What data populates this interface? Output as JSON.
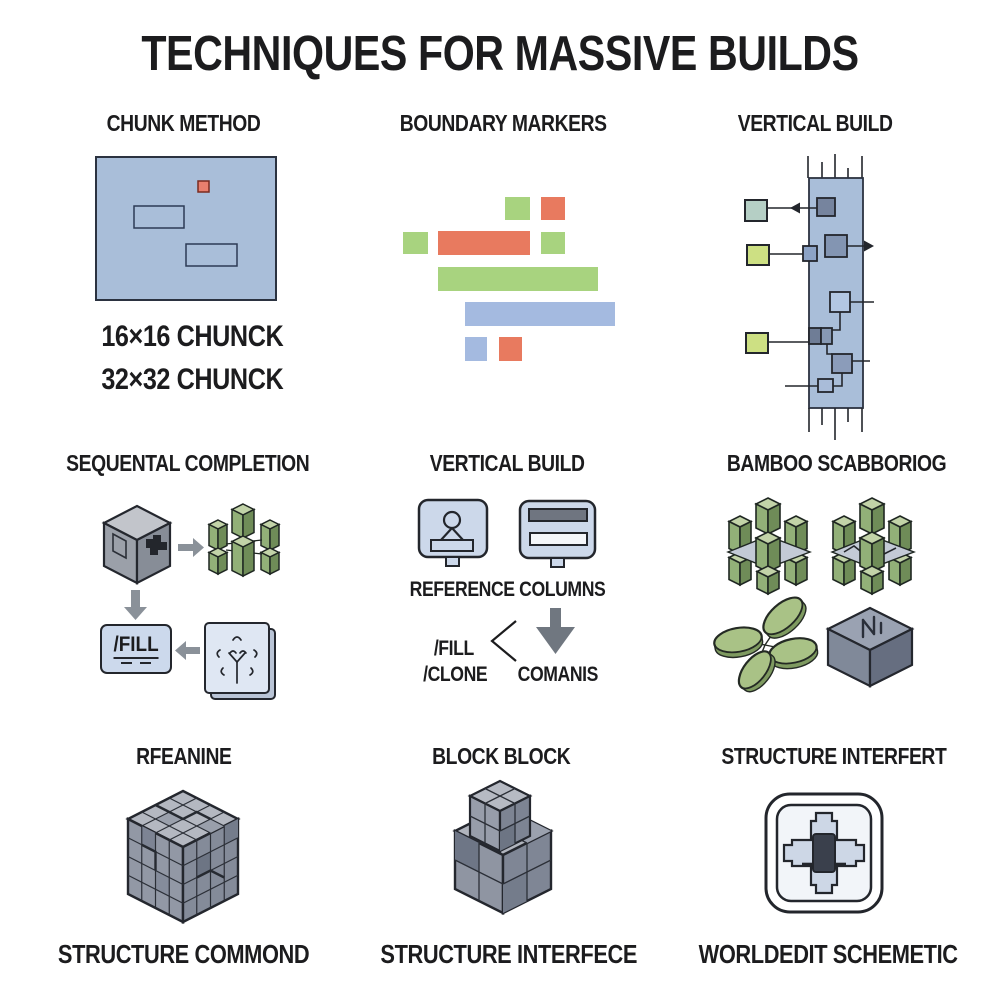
{
  "title": "TECHNIQUES FOR MASSIVE BUILDS",
  "panels": {
    "chunk_method": {
      "heading": "CHUNK METHOD",
      "caption_1": "16×16 CHUNCK",
      "caption_2": "32×32 CHUNCK"
    },
    "boundary_markers": {
      "heading": "BOUNDARY MARKERS"
    },
    "vertical_build_top": {
      "heading": "VERTICAL BUILD"
    },
    "sequential_completion": {
      "heading": "SEQUENTAL COMPLETION",
      "fill_label": "/FILL"
    },
    "vertical_build_mid": {
      "heading": "VERTICAL BUILD",
      "caption": "REFERENCE COLUMNS",
      "fill_label": "/FILL",
      "clone_label": "/CLONE",
      "commands_label": "COMANIS"
    },
    "bamboo_scaffolding": {
      "heading": "BAMBOO SCABBORIOG"
    },
    "refine": {
      "heading": "RFEANINE",
      "caption": "STRUCTURE COMMOND"
    },
    "block_block": {
      "heading": "BLOCK BLOCK",
      "caption": "STRUCTURE INTERFECE"
    },
    "structure_interfert": {
      "heading": "STRUCTURE INTERFERT",
      "caption": "WORLDEDIT SCHEMETIC"
    }
  },
  "colors": {
    "background": "#ffffff",
    "text": "#1c1c1e",
    "panel_blue": "#a9bed9",
    "bar_blue": "#a4bae0",
    "marker_green": "#a8d37f",
    "marker_red": "#e87a5f",
    "teal_block": "#b5cfc5",
    "lime_block": "#cde083",
    "slate_dark": "#76849e",
    "slate_mid": "#8699b6",
    "icon_blue": "#ccd8ea",
    "arrow_gray": "#8a9199",
    "bamboo_green": "#8fae74",
    "voxel_gray": "#979daa"
  }
}
